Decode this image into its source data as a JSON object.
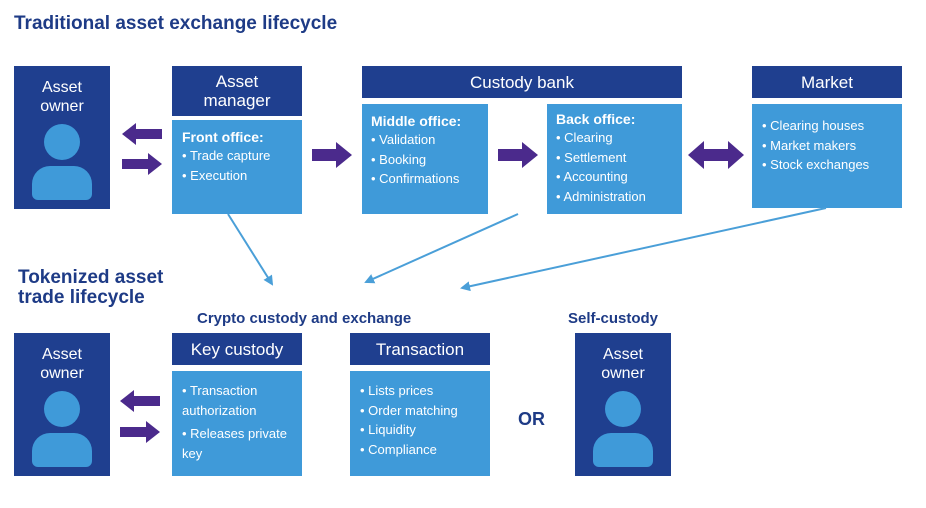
{
  "titles": {
    "traditional": "Traditional asset exchange lifecycle",
    "tokenized_line1": "Tokenized asset",
    "tokenized_line2": "trade lifecycle",
    "crypto": "Crypto custody and exchange",
    "self_custody": "Self-custody",
    "or": "OR"
  },
  "traditional": {
    "asset_owner": {
      "line1": "Asset",
      "line2": "owner"
    },
    "asset_manager": {
      "line1": "Asset",
      "line2": "manager",
      "front_office": "Front office:",
      "items": [
        "Trade capture",
        "Execution"
      ]
    },
    "custody_bank": {
      "label": "Custody bank",
      "middle_office": "Middle office:",
      "middle_items": [
        "Validation",
        "Booking",
        "Confirmations"
      ],
      "back_office": "Back office:",
      "back_items": [
        "Clearing",
        "Settlement",
        "Accounting",
        "Administration"
      ]
    },
    "market": {
      "label": "Market",
      "items": [
        "Clearing houses",
        "Market makers",
        "Stock exchanges"
      ]
    }
  },
  "tokenized": {
    "asset_owner": {
      "line1": "Asset",
      "line2": "owner"
    },
    "key_custody": {
      "label": "Key custody",
      "items": [
        "Transaction authorization",
        "Releases private key"
      ]
    },
    "transaction": {
      "label": "Transaction",
      "items": [
        "Lists prices",
        "Order matching",
        "Liquidity",
        "Compliance"
      ]
    },
    "self_owner": {
      "line1": "Asset",
      "line2": "owner"
    }
  },
  "colors": {
    "dark_blue": "#1f3f8f",
    "light_blue": "#3f9ad9",
    "arrow_purple": "#4b2a8c",
    "connector": "#4a9fd8"
  }
}
